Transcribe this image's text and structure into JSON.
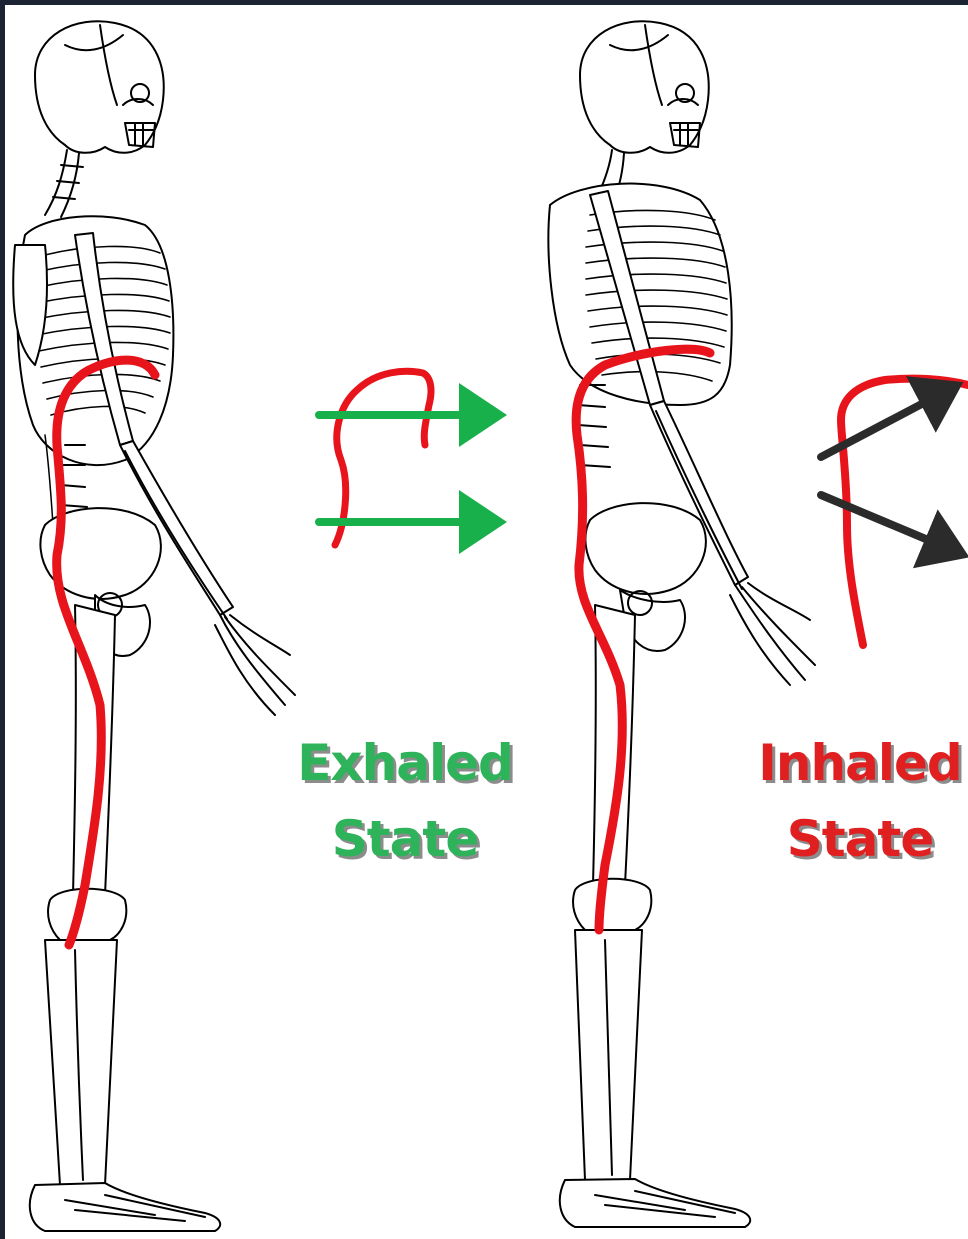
{
  "labels": {
    "exhaled": {
      "line1": "Exhaled",
      "line2": "State"
    },
    "inhaled": {
      "line1": "Inhaled",
      "line2": "State"
    }
  },
  "colors": {
    "muscle": "#e8141c",
    "exhaled_text": "#2eb35a",
    "inhaled_text": "#e02020",
    "exhale_arrow": "#17b04a",
    "inhale_arrow": "#2b2b2b",
    "frame": "#1c2434"
  },
  "icons": {
    "exhale_arrows": "right-arrow",
    "inhale_arrows": "diagonal-arrow"
  }
}
